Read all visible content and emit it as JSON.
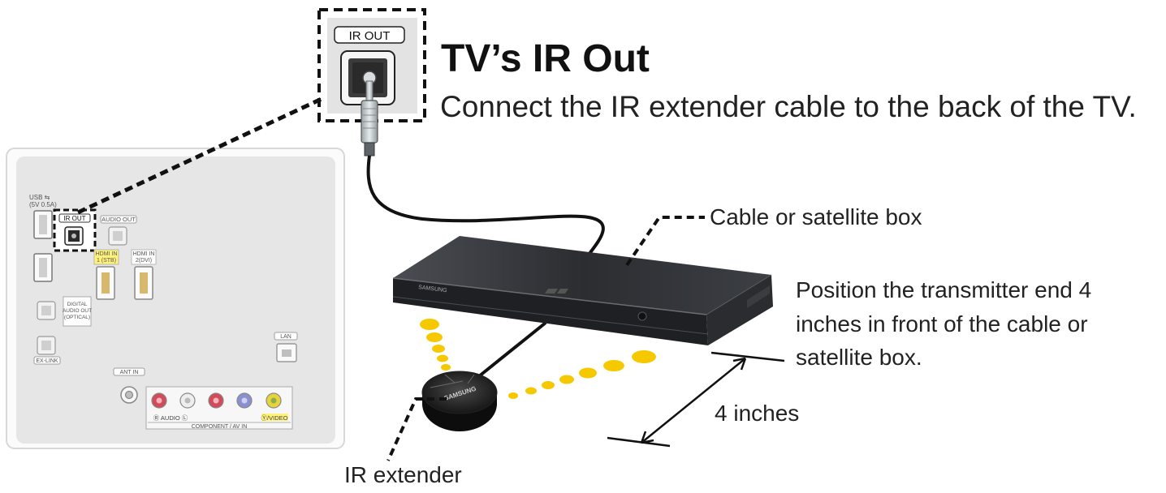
{
  "heading": {
    "title": "TV’s IR Out",
    "subtitle": "Connect the IR extender cable to the back of the TV."
  },
  "callouts": {
    "cable_box": "Cable or satellite box",
    "position_line1": "Position the transmitter end 4",
    "position_line2": "inches in front of the cable or",
    "position_line3": "satellite box.",
    "distance": "4 inches",
    "ir_extender": "IR extender"
  },
  "tv_panel": {
    "zoom_port_label": "IR OUT",
    "usb_line1": "USB ⇆",
    "usb_line2": "(5V 0.5A)",
    "ir_out": "IR OUT",
    "audio_out": "AUDIO OUT",
    "hdmi1_line1": "HDMI IN",
    "hdmi1_line2": "1 (STB)",
    "hdmi2_line1": "HDMI IN",
    "hdmi2_line2": "2(DVI)",
    "digital_line1": "DIGITAL",
    "digital_line2": "AUDIO OUT",
    "digital_line3": "(OPTICAL)",
    "ex_link": "EX-LINK",
    "lan": "LAN",
    "ant_in": "ANT IN",
    "av_audio_label": "Ⓡ AUDIO Ⓛ",
    "av_video_label": "Ⓨ/VIDEO",
    "component_label": "COMPONENT / AV IN"
  },
  "devices": {
    "box_brand": "SAMSUNG",
    "extender_brand": "SAMSUNG"
  },
  "colors": {
    "ir_dot": "#f5c800",
    "hdmi_highlight": "#fff27a",
    "panel_gray": "#e6e6e6",
    "port_red": "#d24b5a",
    "port_blue": "#8a8fd0",
    "port_yellow": "#e8d43a"
  }
}
